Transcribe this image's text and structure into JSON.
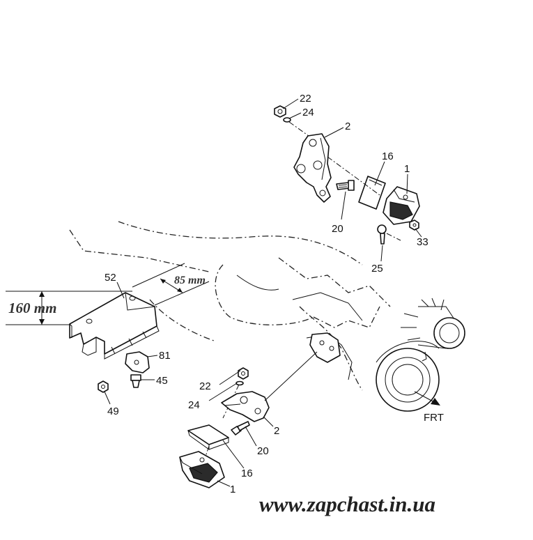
{
  "watermark": "www.zapchast.in.ua",
  "direction_label": "FRT",
  "dimensions": {
    "height": "160 mm",
    "offset": "85 mm"
  },
  "callouts": {
    "upper_22": "22",
    "upper_24": "24",
    "upper_2": "2",
    "upper_16": "16",
    "upper_1": "1",
    "upper_20": "20",
    "upper_33": "33",
    "upper_25": "25",
    "bracket_52": "52",
    "bracket_81": "81",
    "bolt_45": "45",
    "nut_49": "49",
    "lower_22": "22",
    "lower_24": "24",
    "lower_2": "2",
    "lower_20": "20",
    "lower_16": "16",
    "lower_1": "1"
  }
}
